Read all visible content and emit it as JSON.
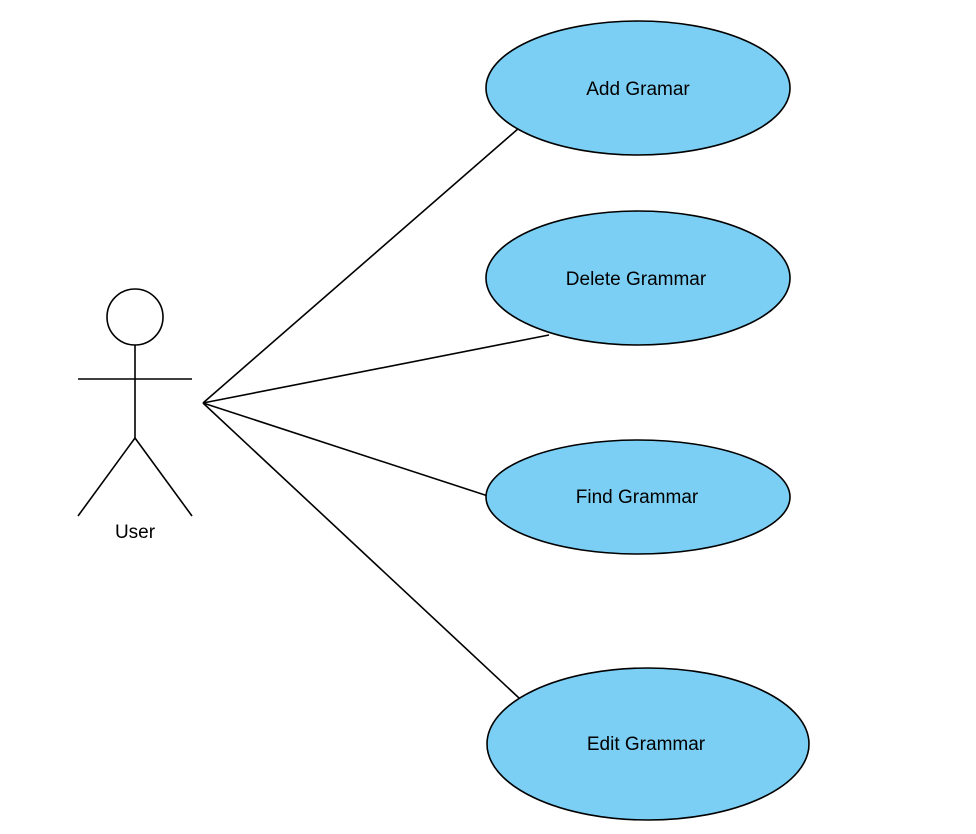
{
  "colors": {
    "fill": "#7ccff4",
    "stroke": "#000000",
    "background": "#ffffff"
  },
  "actor": {
    "label": "User"
  },
  "use_cases": [
    {
      "id": "add",
      "label": "Add Gramar"
    },
    {
      "id": "delete",
      "label": "Delete Grammar"
    },
    {
      "id": "find",
      "label": "Find Grammar"
    },
    {
      "id": "edit",
      "label": "Edit Grammar"
    }
  ],
  "associations": [
    {
      "from": "actor",
      "to": "add"
    },
    {
      "from": "actor",
      "to": "delete"
    },
    {
      "from": "actor",
      "to": "find"
    },
    {
      "from": "actor",
      "to": "edit"
    }
  ]
}
